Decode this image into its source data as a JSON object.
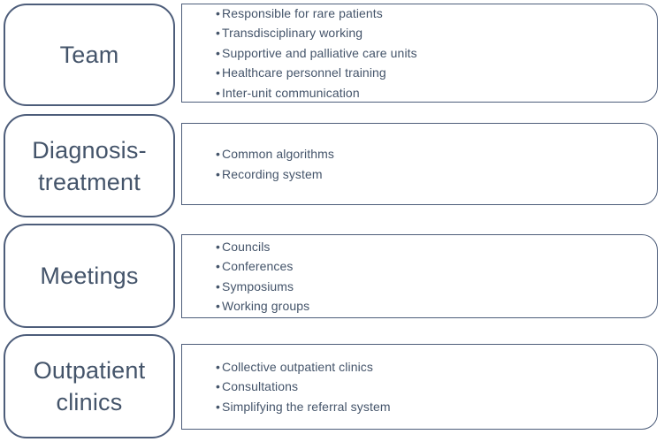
{
  "diagram": {
    "bullet_glyph": "•",
    "colors": {
      "outline": "#4d5d7a",
      "text": "#44546a",
      "fill": "#ffffff"
    },
    "rows": [
      {
        "title": "Team",
        "bullets": [
          "Responsible for rare patients",
          "Transdisciplinary working",
          "Supportive and palliative care units",
          "Healthcare personnel training",
          "Inter-unit communication"
        ]
      },
      {
        "title": "Diagnosis-\ntreatment",
        "bullets": [
          "Common algorithms",
          "Recording system"
        ]
      },
      {
        "title": "Meetings",
        "bullets": [
          "Councils",
          "Conferences",
          "Symposiums",
          "Working groups"
        ]
      },
      {
        "title": "Outpatient\nclinics",
        "bullets": [
          "Collective outpatient clinics",
          "Consultations",
          "Simplifying the referral system"
        ]
      }
    ]
  }
}
